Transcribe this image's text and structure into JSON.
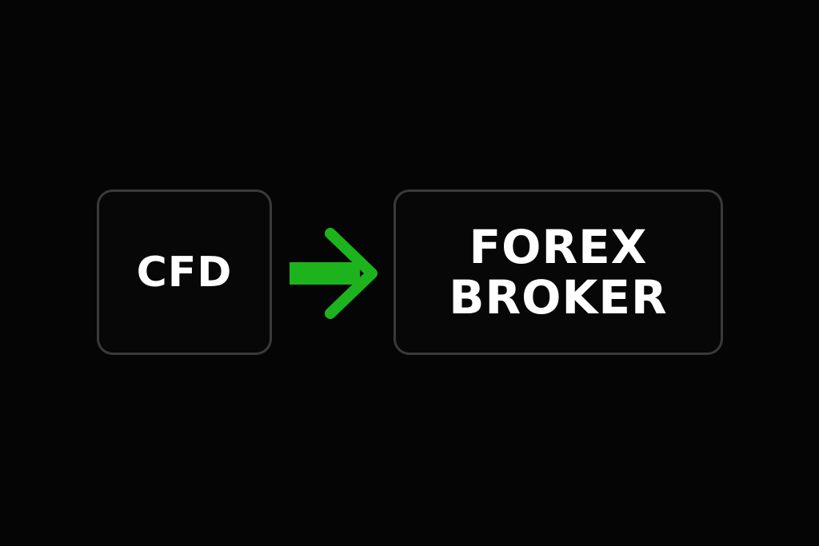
{
  "diagram": {
    "source": {
      "label": "CFD"
    },
    "arrow": {
      "icon": "arrow-right-icon",
      "color": "#1db31d",
      "direction": "right"
    },
    "target": {
      "line1": "FOREX",
      "line2": "BROKER"
    }
  },
  "colors": {
    "background": "#050505",
    "box_border": "#3a3a3a",
    "text": "#ffffff",
    "accent": "#1db31d"
  }
}
